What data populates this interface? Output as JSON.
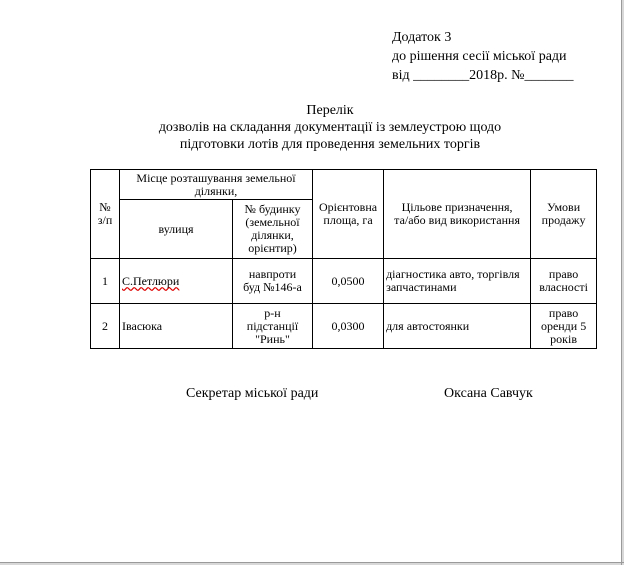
{
  "addendum": {
    "line1": "Додаток  3",
    "line2": "до рішення сесії міської ради",
    "line3": "від ________2018р. №_______"
  },
  "title": {
    "line1": "Перелік",
    "line2": "дозволів на складання документації із землеустрою щодо",
    "line3": "підготовки лотів для проведення земельних торгів"
  },
  "table": {
    "headers": {
      "num": "№ з/п",
      "location_group": "Місце розташування земельної ділянки,",
      "street": "вулиця",
      "house": "№ будинку (земельної ділянки, орієнтир)",
      "area": "Орієнтовна площа, га",
      "purpose": "Цільове призначення, та/або вид використання",
      "terms": "Умови продажу"
    },
    "rows": [
      {
        "num": "1",
        "street": "С.Петлюри",
        "house": "навпроти буд №146-а",
        "area": "0,0500",
        "purpose": "діагностика авто, торгівля запчастинами",
        "terms": "право власності"
      },
      {
        "num": "2",
        "street": "Івасюка",
        "house": "р-н підстанції \"Ринь\"",
        "area": "0,0300",
        "purpose": "для автостоянки",
        "terms": "право оренди 5 років"
      }
    ]
  },
  "signature": {
    "position": "Секретар міської ради",
    "name": "Оксана Савчук"
  }
}
